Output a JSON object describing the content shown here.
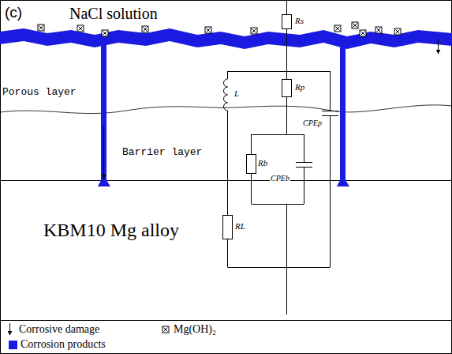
{
  "diagram": {
    "labels": [
      "(c)",
      "NaCl solution",
      "Porous layer",
      "Barrier layer",
      "KBM10 Mg alloy",
      "Rs",
      "Rp",
      "L",
      "CPEp",
      "Rb",
      "CPEb",
      "RL"
    ],
    "legend": [
      {
        "text": "Corrosive damage"
      },
      {
        "text": "Mg(OH)₂"
      },
      {
        "text": "Corrosion products",
        "color": "#1a1ae0"
      }
    ]
  }
}
